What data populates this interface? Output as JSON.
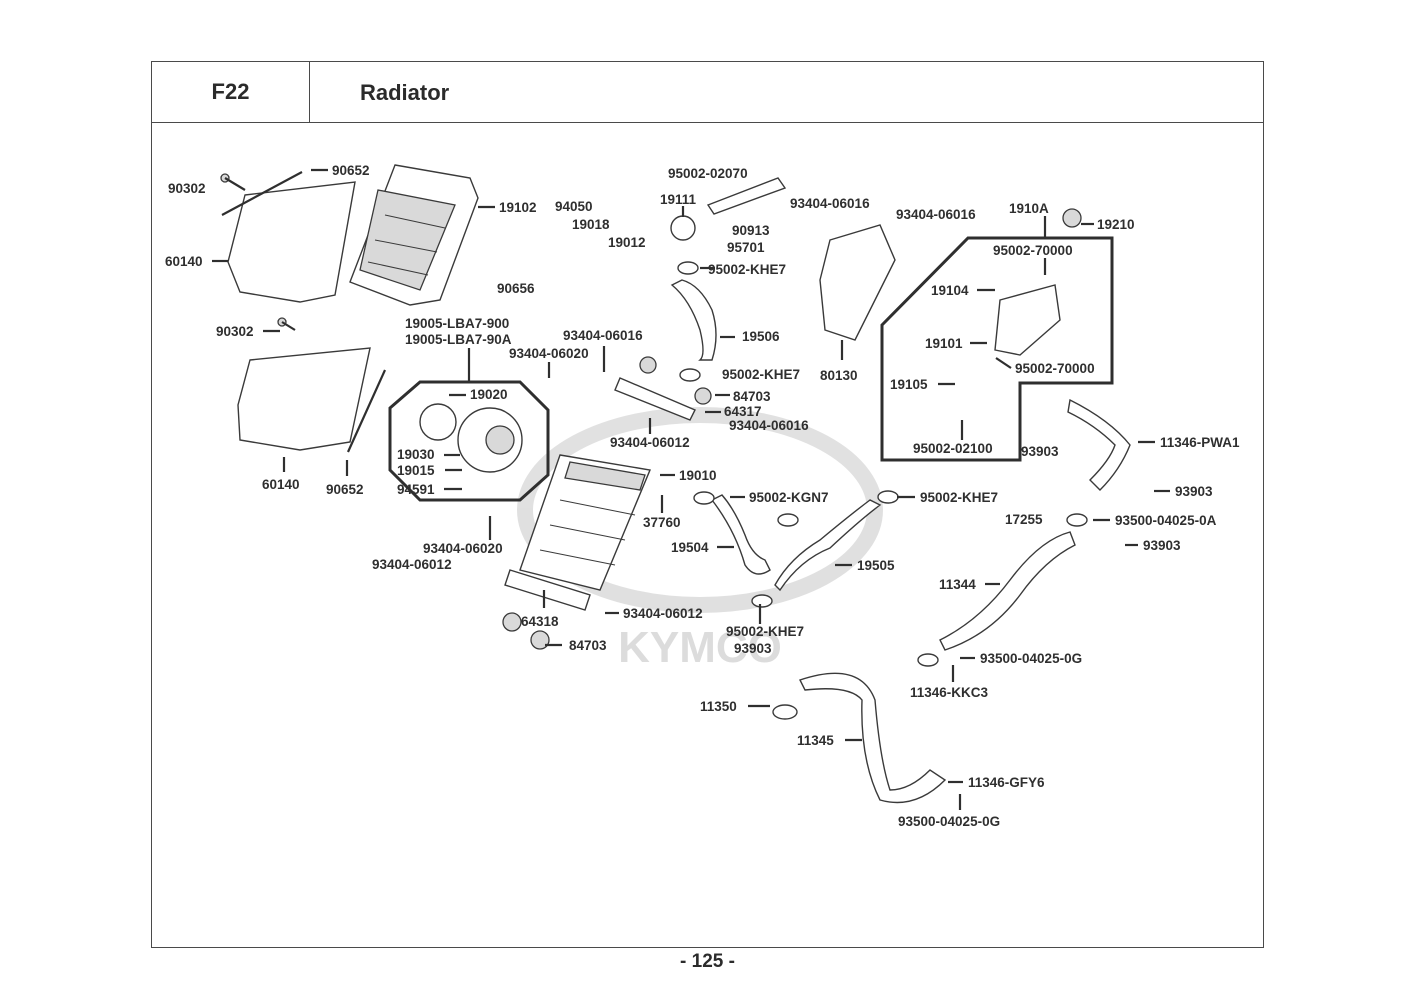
{
  "header": {
    "code": "F22",
    "title": "Radiator"
  },
  "watermark": "KYMCO",
  "page_number": "- 125 -",
  "labels": [
    {
      "id": "l1",
      "text": "90652"
    },
    {
      "id": "l2",
      "text": "90302"
    },
    {
      "id": "l3",
      "text": "19102"
    },
    {
      "id": "l4",
      "text": "60140"
    },
    {
      "id": "l5",
      "text": "90302"
    },
    {
      "id": "l6",
      "text": "60140"
    },
    {
      "id": "l7",
      "text": "90652"
    },
    {
      "id": "l8",
      "text": "19005-LBA7-900"
    },
    {
      "id": "l9",
      "text": "19005-LBA7-90A"
    },
    {
      "id": "l10",
      "text": "19020"
    },
    {
      "id": "l11",
      "text": "19030"
    },
    {
      "id": "l12",
      "text": "19015"
    },
    {
      "id": "l13",
      "text": "94591"
    },
    {
      "id": "l14",
      "text": "95002-02070"
    },
    {
      "id": "l15",
      "text": "19111"
    },
    {
      "id": "l16",
      "text": "94050"
    },
    {
      "id": "l17",
      "text": "19018"
    },
    {
      "id": "l18",
      "text": "90913"
    },
    {
      "id": "l19",
      "text": "19012"
    },
    {
      "id": "l20",
      "text": "95701"
    },
    {
      "id": "l21",
      "text": "95002-KHE7"
    },
    {
      "id": "l22",
      "text": "90656"
    },
    {
      "id": "l23",
      "text": "19506"
    },
    {
      "id": "l24",
      "text": "93404-06016"
    },
    {
      "id": "l25",
      "text": "93404-06020"
    },
    {
      "id": "l26",
      "text": "95002-KHE7"
    },
    {
      "id": "l27",
      "text": "84703"
    },
    {
      "id": "l28",
      "text": "64317"
    },
    {
      "id": "l29",
      "text": "93404-06016"
    },
    {
      "id": "l30",
      "text": "93404-06012"
    },
    {
      "id": "l31",
      "text": "19010"
    },
    {
      "id": "l32",
      "text": "37760"
    },
    {
      "id": "l33",
      "text": "93404-06020"
    },
    {
      "id": "l34",
      "text": "93404-06012"
    },
    {
      "id": "l35",
      "text": "93404-06012"
    },
    {
      "id": "l36",
      "text": "64318"
    },
    {
      "id": "l37",
      "text": "84703"
    },
    {
      "id": "l38",
      "text": "93404-06016"
    },
    {
      "id": "l39",
      "text": "80130"
    },
    {
      "id": "l40",
      "text": "93404-06016"
    },
    {
      "id": "l41",
      "text": "1910A"
    },
    {
      "id": "l42",
      "text": "19210"
    },
    {
      "id": "l43",
      "text": "95002-70000"
    },
    {
      "id": "l44",
      "text": "19104"
    },
    {
      "id": "l45",
      "text": "19101"
    },
    {
      "id": "l46",
      "text": "95002-70000"
    },
    {
      "id": "l47",
      "text": "19105"
    },
    {
      "id": "l48",
      "text": "95002-02100"
    },
    {
      "id": "l49",
      "text": "95002-KGN7"
    },
    {
      "id": "l50",
      "text": "95002-KHE7"
    },
    {
      "id": "l51",
      "text": "19504"
    },
    {
      "id": "l52",
      "text": "19505"
    },
    {
      "id": "l53",
      "text": "95002-KHE7"
    },
    {
      "id": "l54",
      "text": "93903"
    },
    {
      "id": "l55",
      "text": "93903"
    },
    {
      "id": "l56",
      "text": "11346-PWA1"
    },
    {
      "id": "l57",
      "text": "93903"
    },
    {
      "id": "l58",
      "text": "17255"
    },
    {
      "id": "l59",
      "text": "93500-04025-0A"
    },
    {
      "id": "l60",
      "text": "93903"
    },
    {
      "id": "l61",
      "text": "11344"
    },
    {
      "id": "l62",
      "text": "93500-04025-0G"
    },
    {
      "id": "l63",
      "text": "11346-KKC3"
    },
    {
      "id": "l64",
      "text": "11350"
    },
    {
      "id": "l65",
      "text": "11345"
    },
    {
      "id": "l66",
      "text": "11346-GFY6"
    },
    {
      "id": "l67",
      "text": "93500-04025-0G"
    }
  ]
}
